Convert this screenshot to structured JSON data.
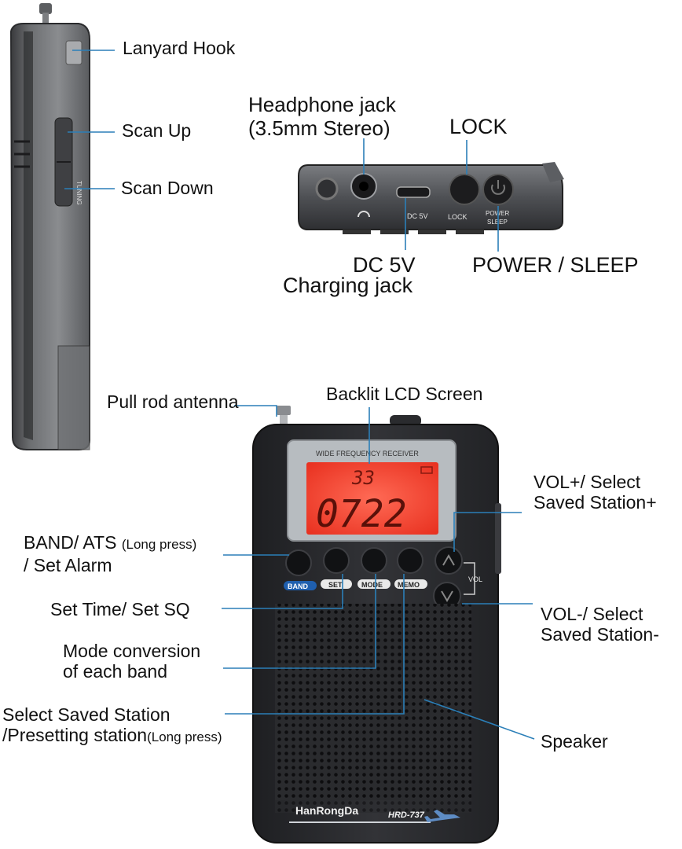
{
  "labels": {
    "lanyard_hook": "Lanyard Hook",
    "scan_up": "Scan Up",
    "scan_down": "Scan Down",
    "headphone_jack_1": "Headphone jack",
    "headphone_jack_2": "(3.5mm Stereo)",
    "lock": "LOCK",
    "dc5v_1": "DC 5V",
    "dc5v_2": "Charging jack",
    "power_sleep": "POWER / SLEEP",
    "antenna": "Pull rod antenna",
    "backlit": "Backlit LCD Screen",
    "vol_plus_1": "VOL+/ Select",
    "vol_plus_2": "Saved Station+",
    "band_1": "BAND/ ATS",
    "band_1_small": "(Long press)",
    "band_2": "/ Set Alarm",
    "set_time": "Set Time/ Set SQ",
    "vol_minus_1": "VOL-/ Select",
    "vol_minus_2": "Saved Station-",
    "mode_1": "Mode conversion",
    "mode_2": "of each band",
    "memo_1": "Select Saved Station",
    "memo_2": "/Presetting station",
    "memo_2_small": "(Long press)",
    "speaker": "Speaker"
  },
  "device_text": {
    "tuning": "TUNING",
    "dc_5v": "DC 5V",
    "lock": "LOCK",
    "power": "POWER",
    "sleep": "SLEEP",
    "screen_title": "WIDE FREQUENCY RECEIVER",
    "lcd_small": "33",
    "lcd_main": "0722",
    "btn_band": "BAND",
    "btn_set": "SET",
    "btn_mode": "MODE",
    "btn_memo": "MEMO",
    "vol": "VOL",
    "brand": "HanRongDa",
    "model": "HRD-737"
  },
  "colors": {
    "leader_line": "#2b7fb8",
    "lcd_red": "#ff4a3a",
    "body_dark": "#2c2d30"
  }
}
